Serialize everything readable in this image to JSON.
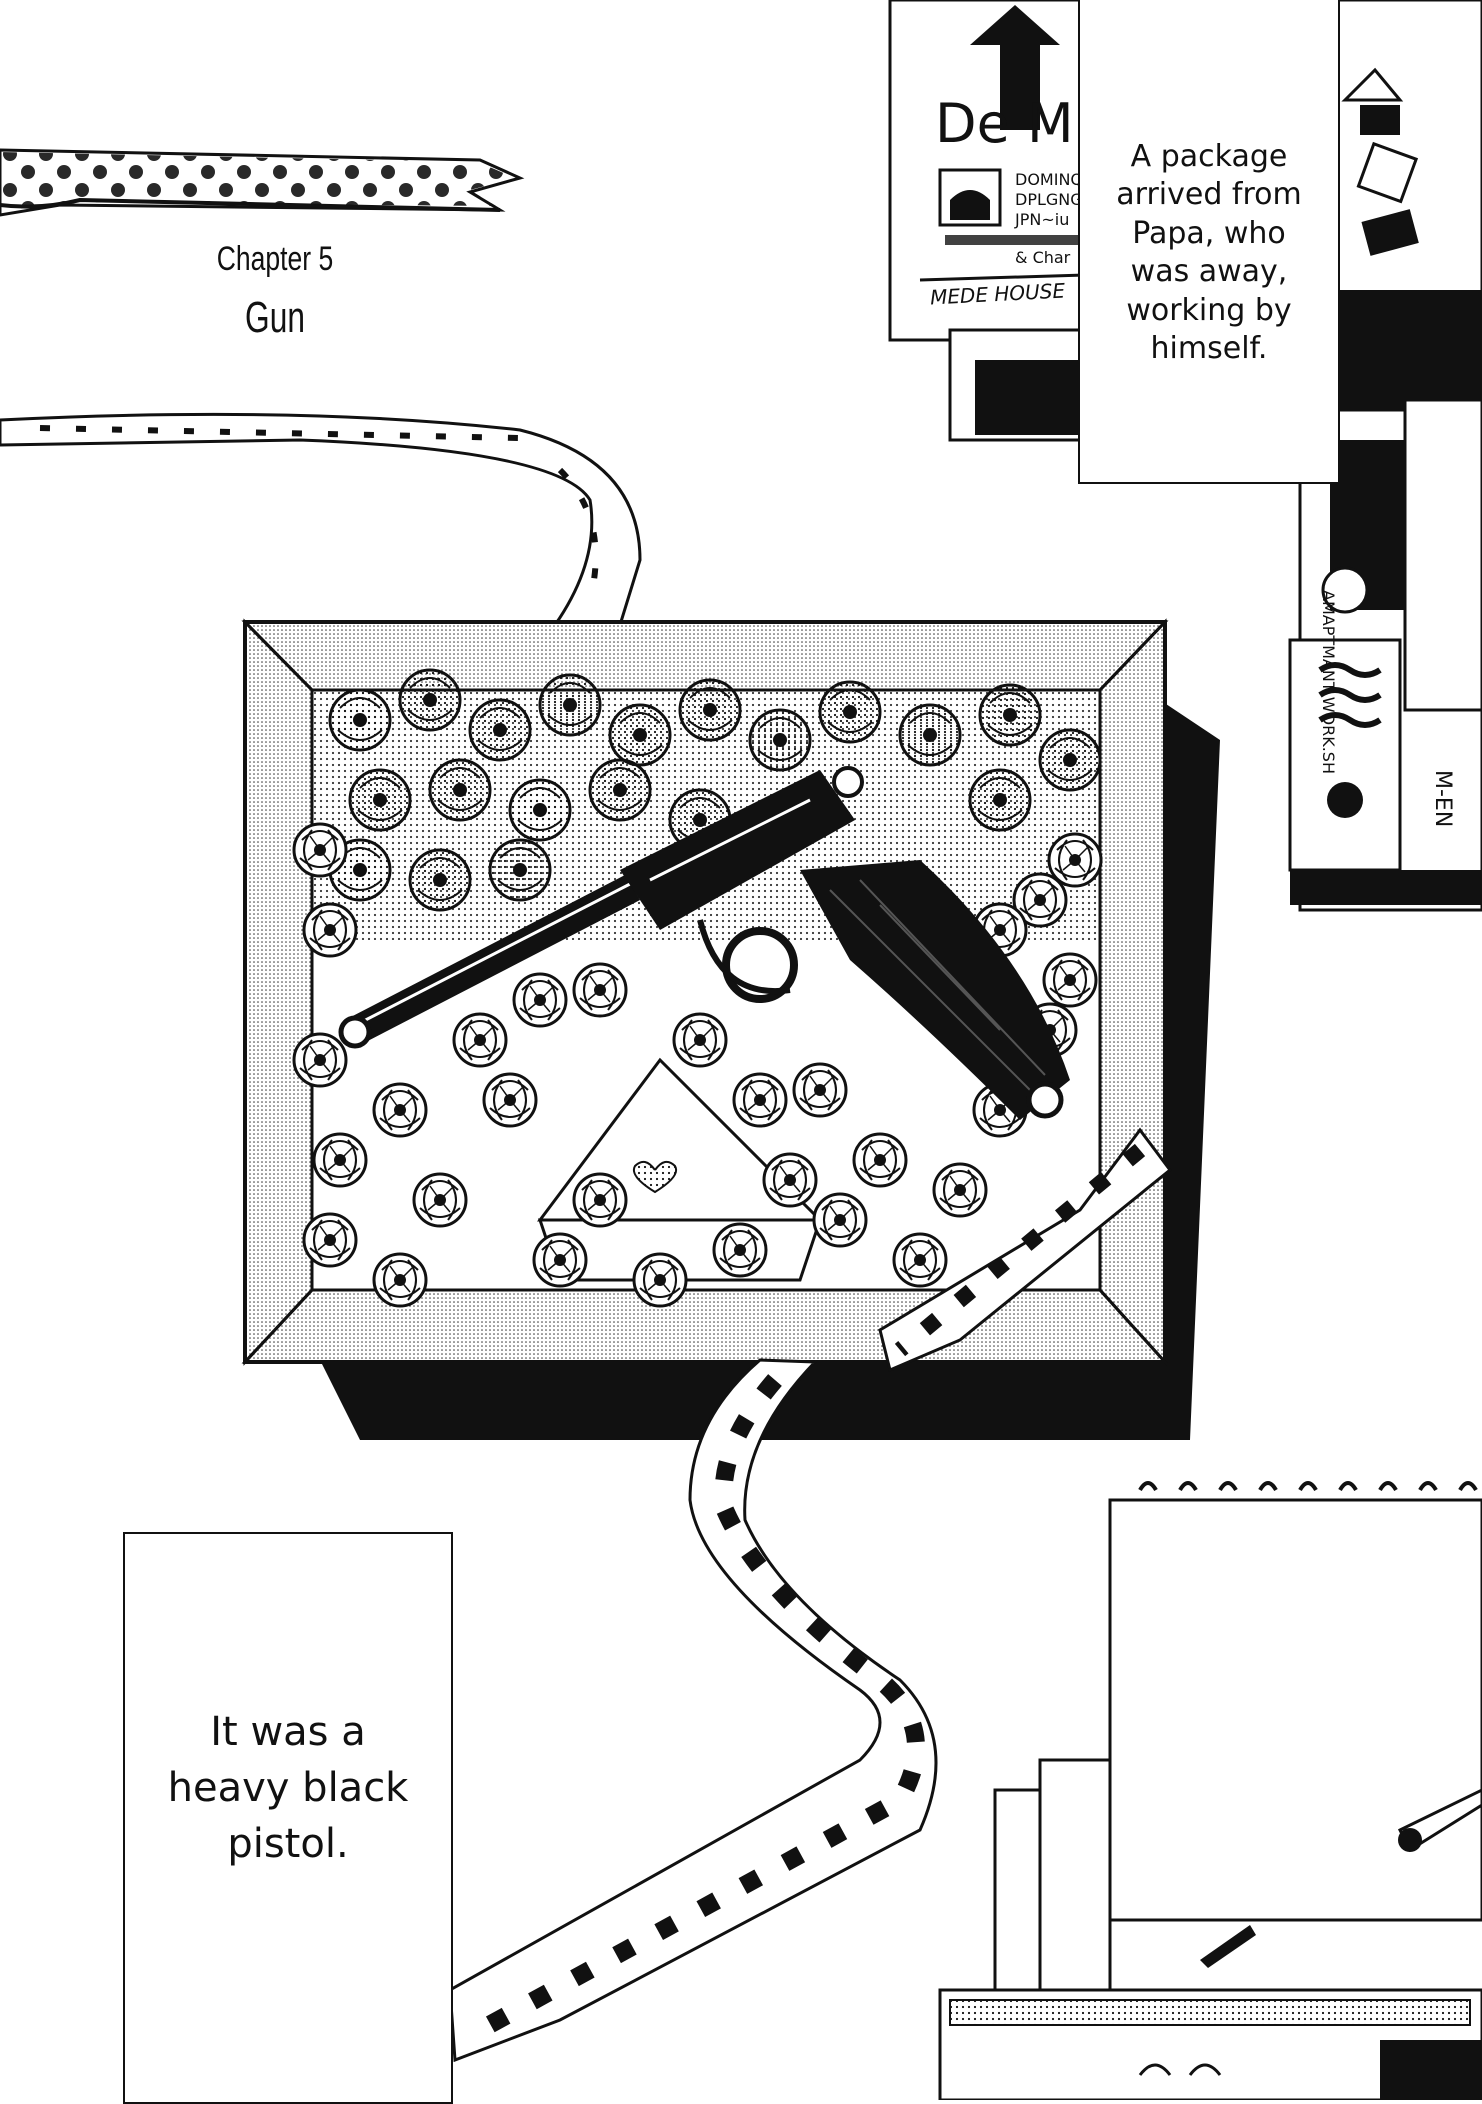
{
  "chapter": {
    "number_label": "Chapter 5",
    "title": "Gun"
  },
  "captions": {
    "top_right": "A package arrived from Papa, who was away, working by himself.",
    "bottom_left": "It was a heavy black pistol."
  },
  "background_signs": {
    "poster_title": "De M",
    "poster_lines": [
      "DOMINQ",
      "DPLGNG",
      "JPN~iu",
      "& Char"
    ],
    "poster_footer": "MEDE HOUSE",
    "box_label_1": "AMAPTMANT WORK.SH",
    "box_label_2": "M-EN"
  },
  "colors": {
    "ink": "#111111",
    "paper": "#ffffff",
    "screentone": "#9a9a9a"
  }
}
